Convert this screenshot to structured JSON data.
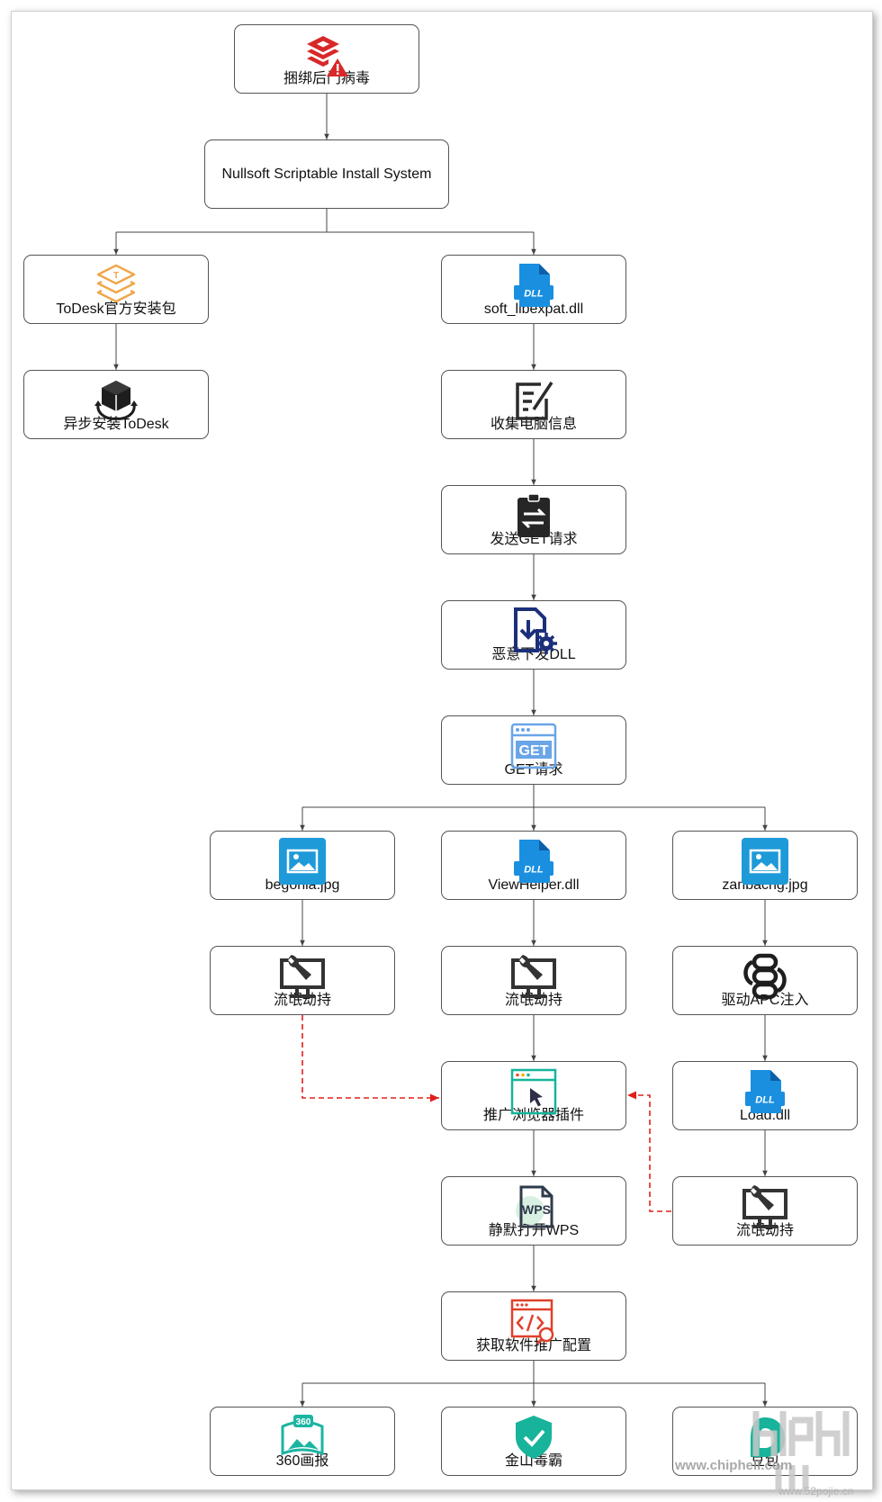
{
  "nodes": {
    "bundled_backdoor": "捆绑后门病毒",
    "nsis": "Nullsoft Scriptable Install System",
    "todesk_pkg": "ToDesk官方安装包",
    "todesk_async": "异步安装ToDesk",
    "soft_libexpat": "soft_libexpat.dll",
    "collect_info": "收集电脑信息",
    "send_get": "发送GET请求",
    "malicious_dll": "恶意下发DLL",
    "get_request": "GET请求",
    "begonia": "begonia.jpg",
    "viewhelper": "ViewHelper.dll",
    "zanbacng": "zanbacng.jpg",
    "hijack_1": "流氓劫持",
    "hijack_2": "流氓劫持",
    "driver_apc": "驱动APC注入",
    "promote_browser": "推广浏览器插件",
    "load_dll": "Load.dll",
    "silent_wps": "静默打开WPS",
    "hijack_3": "流氓劫持",
    "fetch_config": "获取软件推广配置",
    "pictorial_360": "360画报",
    "jinshan_av": "金山毒霸",
    "doubao": "豆包"
  },
  "icons": {
    "bundled_backdoor": "layers-warning-icon",
    "todesk_pkg": "todesk-stack-icon",
    "todesk_async": "cube-sync-icon",
    "soft_libexpat": "dll-file-icon",
    "collect_info": "edit-document-icon",
    "send_get": "clipboard-exchange-icon",
    "malicious_dll": "file-download-gear-icon",
    "get_request": "browser-get-icon",
    "begonia": "image-icon",
    "viewhelper": "dll-file-icon",
    "zanbacng": "image-icon",
    "hijack": "monitor-wrench-icon",
    "driver_apc": "chain-link-icon",
    "promote_browser": "browser-cursor-icon",
    "load_dll": "dll-file-icon",
    "silent_wps": "wps-document-icon",
    "fetch_config": "code-search-icon",
    "pictorial_360": "photo-360-icon",
    "jinshan_av": "shield-check-icon",
    "doubao": "doubao-logo-icon"
  },
  "icon_labels": {
    "dll": "DLL",
    "get": "GET",
    "wps": "WPS",
    "t": "T",
    "n360": "360"
  },
  "colors": {
    "border": "#555555",
    "line": "#444444",
    "dashed": "#e0201c",
    "red": "#d8282a",
    "orange": "#f0a64a",
    "blue": "#1a8fe0",
    "dark": "#2b2b2b",
    "navy": "#1c2f7a",
    "teal": "#14b59a"
  },
  "watermark": {
    "site": "www.chiphell.com",
    "site2": "www.52pojie.cn"
  }
}
